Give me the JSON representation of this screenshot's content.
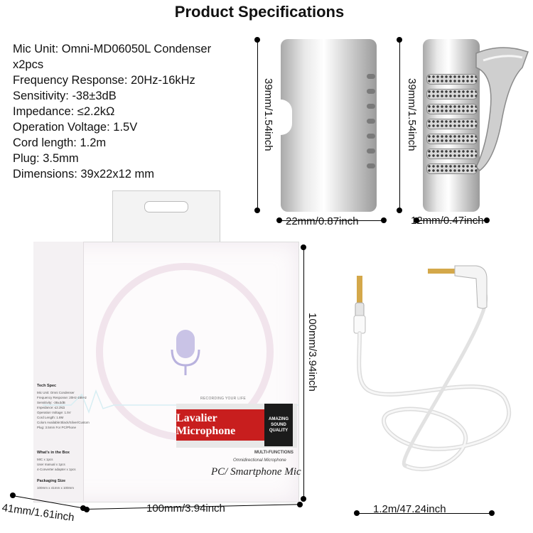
{
  "title": "Product Specifications",
  "specs": [
    "Mic Unit: Omni-MD06050L Condenser",
    "x2pcs",
    "Frequency Response: 20Hz-16kHz",
    "Sensitivity: -38±3dB",
    "Impedance: ≤2.2kΩ",
    "Operation Voltage: 1.5V",
    "Cord length: 1.2m",
    "Plug: 3.5mm",
    "Dimensions: 39x22x12 mm"
  ],
  "dimensions": {
    "mic_front_height": "39mm/1.54inch",
    "mic_front_width": "22mm/0.87inch",
    "mic_side_height": "39mm/1.54inch",
    "mic_side_width": "12mm/0.47inch",
    "box_height": "100mm/3.94inch",
    "box_width": "100mm/3.94inch",
    "box_depth": "41mm/1.61inch",
    "cable_length": "1.2m/47.24inch"
  },
  "box": {
    "recording_text": "RECORDING YOUR LIFE",
    "banner_label": "Lavalier Microphone",
    "badge_text": "AMAZING SOUND QUALITY",
    "multi_functions": "MULTI-FUNCTIONS",
    "omni_text": "Omnidirectional  Microphone",
    "pc_mic": "PC/ Smartphone Mic",
    "side_tech_spec_title": "Tech Spec",
    "side_tech_spec_lines": [
      "Mic Unit: Omni Condenser",
      "Frequency Response: 20Hz-16kHz",
      "Sensitivity: -38±3dB",
      "Impedance: ≤2.2kΩ",
      "Operation Voltage: 1.5V",
      "Cord Length: 1.8M",
      "Colors Available:Black/Silver/Custom",
      "Plug: 3.5mm For PC/Phone"
    ],
    "side_in_box_title": "What's in the Box",
    "side_in_box_lines": [
      "MIC x 1pcs",
      "User manual x 1pcs",
      "4-Converter adapter x 1pcs"
    ],
    "side_packaging_title": "Packaging Size",
    "side_packaging_line": "100mm x 41mm x 100mm"
  }
}
